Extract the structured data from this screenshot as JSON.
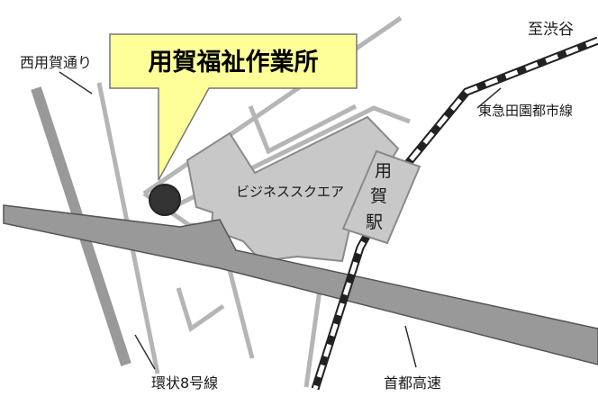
{
  "colors": {
    "street": "#b5b5b5",
    "highway": "#999999",
    "highway_edge": "#555555",
    "station_area": "#c8c8c8",
    "area_edge": "#8a8a8a",
    "rail_outer": "#222222",
    "rail_inner": "#ffffff",
    "callout_fill": "#ffff99",
    "marker": "#333333"
  },
  "callout": {
    "title": "用賀福祉作業所"
  },
  "labels": {
    "nishi_youga_dori": "西用賀通り",
    "to_shibuya": "至渋谷",
    "tokyu_line": "東急田園都市線",
    "business_square": "ビジネススクエア",
    "station_chars": [
      "用",
      "賀",
      "駅"
    ],
    "kanjo8": "環状8号線",
    "shuto_kosoku": "首都高速"
  },
  "marker": {
    "name": "用賀福祉作業所",
    "icon": "location-dot-icon"
  }
}
